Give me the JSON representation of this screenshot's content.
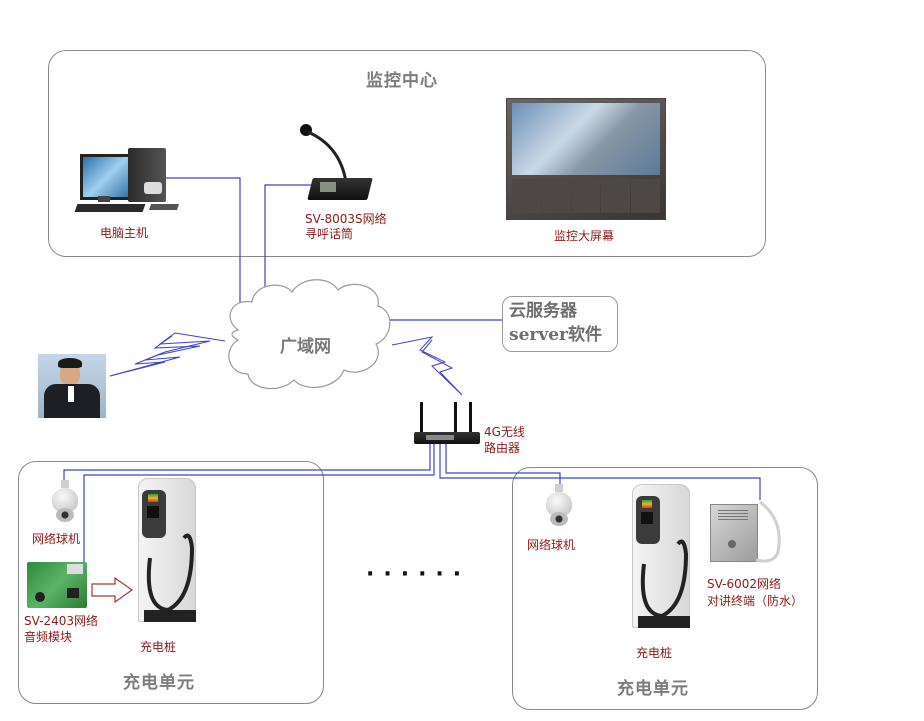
{
  "diagram": {
    "monitoring_center": {
      "title": "监控中心",
      "devices": [
        {
          "id": "pc",
          "label": "电脑主机"
        },
        {
          "id": "paging-mic",
          "label_line1": "SV-8003S网络",
          "label_line2": "寻呼话筒"
        },
        {
          "id": "video-wall",
          "label": "监控大屏幕"
        }
      ]
    },
    "network": {
      "wan_label": "广域网",
      "cloud_server_line1": "云服务器",
      "cloud_server_line2": "server软件",
      "router_line1": "4G无线",
      "router_line2": "路由器"
    },
    "charging_units": [
      {
        "title": "充电单元",
        "camera_label": "网络球机",
        "audio_module_line1": "SV-2403网络",
        "audio_module_line2": "音频模块",
        "charger_label": "充电桩"
      },
      {
        "title": "充电单元",
        "camera_label": "网络球机",
        "charger_label": "充电桩",
        "intercom_line1": "SV-6002网络",
        "intercom_line2": "对讲终端（防水）"
      }
    ],
    "ellipsis": "······",
    "colors": {
      "wire": "#3b44cc",
      "label": "#8b1a1a",
      "group_title": "#7c7c7c",
      "panel_border": "#8a8a8a"
    }
  }
}
